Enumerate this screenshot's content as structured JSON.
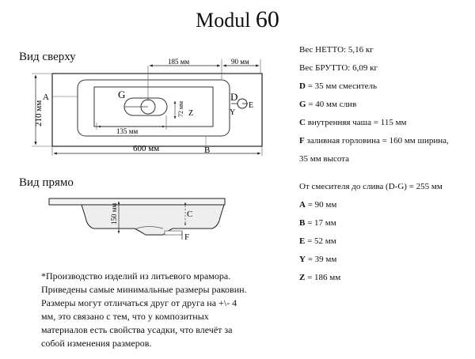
{
  "title": {
    "prefix": "Modul",
    "number": "60"
  },
  "views": {
    "top": "Вид сверху",
    "front": "Вид прямо"
  },
  "top_view": {
    "dim_185": "185 мм",
    "dim_90": "90 мм",
    "dim_210": "210 мм",
    "dim_600": "600 мм",
    "dim_135": "135 мм",
    "dim_72": "72 мм",
    "letters": {
      "A": "A",
      "B": "B",
      "D": "D",
      "E": "E",
      "G": "G",
      "Y": "Y",
      "Z": "Z"
    }
  },
  "front_view": {
    "dim_150": "150 мм",
    "letters": {
      "C": "C",
      "F": "F"
    }
  },
  "weights": [
    {
      "label": "Вес НЕТТО: 5,16 кг"
    },
    {
      "label": "Вес БРУТТО: 6,09 кг"
    }
  ],
  "dimensions": [
    {
      "key": "D",
      "text": " = 35 мм смеситель"
    },
    {
      "key": "G",
      "text": " = 40 мм слив"
    },
    {
      "key": "C",
      "text": " внутренняя чаша = 115 мм"
    },
    {
      "key": "F",
      "text": " заливная горловина = 160 мм ширина,"
    },
    {
      "key": "",
      "text": "35 мм высота"
    }
  ],
  "dg_note": "От смесителя до слива (D-G) = 255 мм",
  "letter_values": [
    {
      "key": "A",
      "text": " = 90 мм"
    },
    {
      "key": "B",
      "text": " = 17 мм"
    },
    {
      "key": "E",
      "text": " = 52 мм"
    },
    {
      "key": "Y",
      "text": " = 39 мм"
    },
    {
      "key": "Z",
      "text": " = 186 мм"
    }
  ],
  "note_lines": [
    "*Производство изделий из литьевого мрамора.",
    "Приведены самые минимальные размеры раковин.",
    "Размеры могут отличаться друг от друга на +\\- 4",
    "мм, это связано с тем, что у композитных",
    "материалов есть свойства усадки, что влечёт за",
    "собой изменения размеров."
  ]
}
